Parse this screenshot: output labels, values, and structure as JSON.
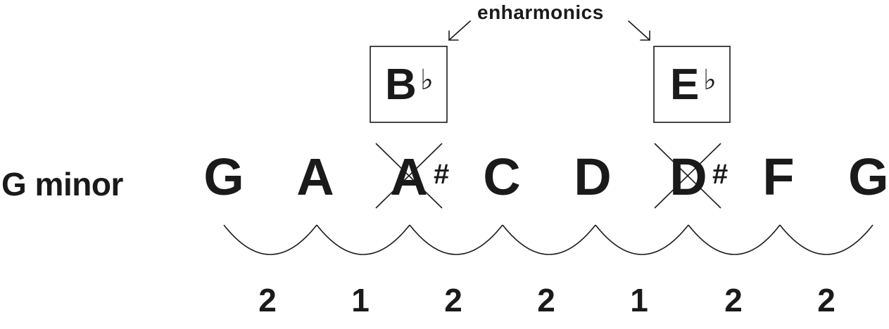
{
  "scale": {
    "name": "G minor",
    "notes": [
      {
        "letter": "G",
        "accidental": "",
        "crossed": false
      },
      {
        "letter": "A",
        "accidental": "",
        "crossed": false
      },
      {
        "letter": "A",
        "accidental": "#",
        "crossed": true
      },
      {
        "letter": "C",
        "accidental": "",
        "crossed": false
      },
      {
        "letter": "D",
        "accidental": "",
        "crossed": false
      },
      {
        "letter": "D",
        "accidental": "#",
        "crossed": true
      },
      {
        "letter": "F",
        "accidental": "",
        "crossed": false
      },
      {
        "letter": "G",
        "accidental": "",
        "crossed": false
      }
    ],
    "steps": [
      "2",
      "1",
      "2",
      "2",
      "1",
      "2",
      "2"
    ]
  },
  "enharmonics": {
    "label": "enharmonics",
    "replacements": [
      {
        "letter": "B",
        "accidental": "♭"
      },
      {
        "letter": "E",
        "accidental": "♭"
      }
    ]
  }
}
